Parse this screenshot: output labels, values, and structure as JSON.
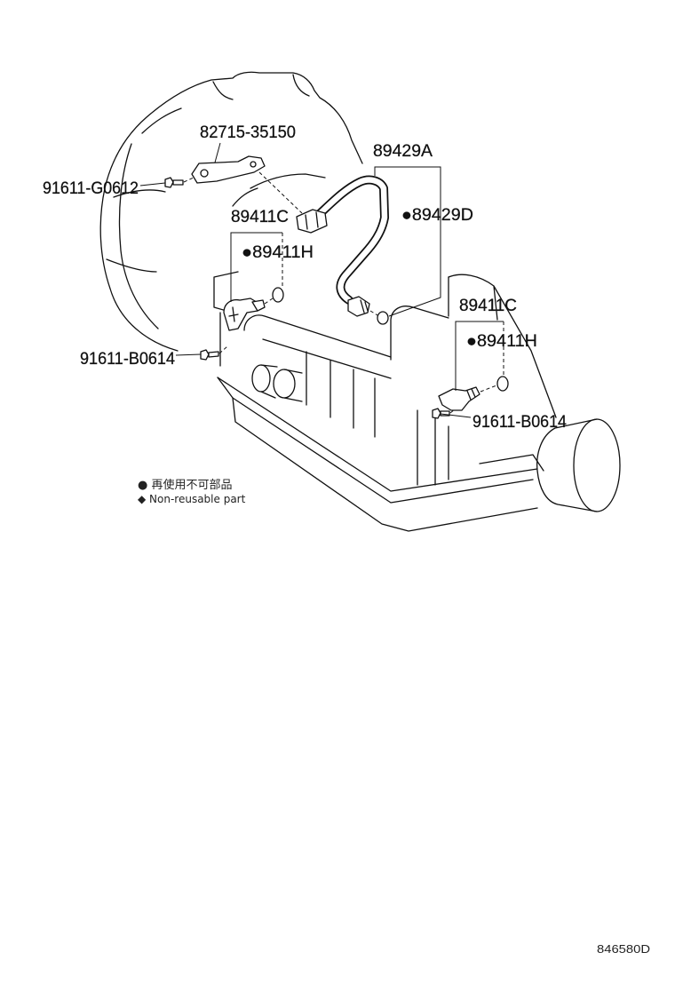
{
  "callouts": {
    "sensor_bracket": "82715-35150",
    "bracket_bolt": "91611-G0612",
    "wire_harness": "89429A",
    "harness_sensor": "●89429D",
    "speed_sensor_left": "89411C",
    "oring_left": "●89411H",
    "sensor_bolt_left": "91611-B0614",
    "speed_sensor_right": "89411C",
    "oring_right": "●89411H",
    "sensor_bolt_right": "91611-B0614"
  },
  "legend": {
    "note_jp": "● 再使用不可部品",
    "note_en": "◆ Non-reusable part"
  },
  "figure_id": "846580D",
  "colors": {
    "line": "#111111",
    "background": "#ffffff"
  }
}
